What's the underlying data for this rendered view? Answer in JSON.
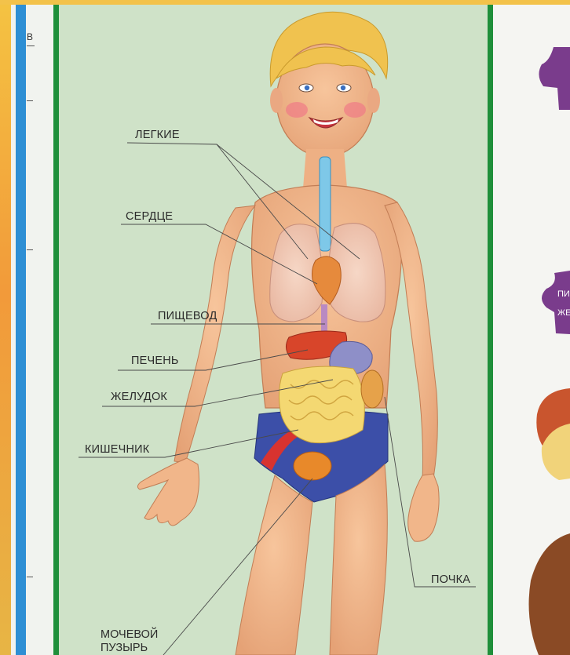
{
  "labels": {
    "lungs": "ЛЕГКИЕ",
    "heart": "СЕРДЦЕ",
    "esophagus": "ПИЩЕВОД",
    "liver": "ПЕЧЕНЬ",
    "stomach": "ЖЕЛУДОК",
    "intestine": "КИШЕЧНИК",
    "kidney": "ПОЧКА",
    "bladder_line1": "МОЧЕВОЙ",
    "bladder_line2": "ПУЗЫРЬ"
  },
  "left_edge_marks": [
    "В"
  ],
  "right_puzzle_text": [
    "ПИ",
    "ЖЕ"
  ],
  "colors": {
    "poster_background": "#cfe2c8",
    "green_border": "#1f8f3a",
    "blue_stripe": "#2e8fd4",
    "puzzle_purple": "#7a3c8c",
    "skin": "#f1b68a",
    "hair": "#f0c24f",
    "shorts": "#3c4fa8"
  }
}
